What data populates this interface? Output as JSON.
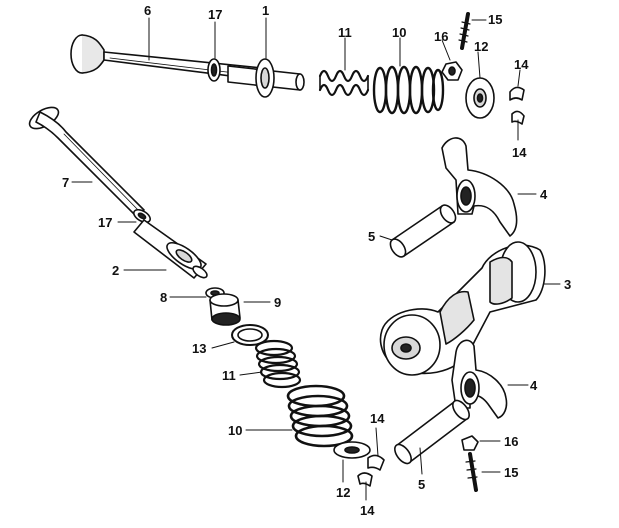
{
  "diagram": {
    "type": "exploded-parts-view",
    "line_color": "#111111",
    "fill_light": "#ffffff",
    "fill_shade": "#d8d8d8",
    "fill_dark": "#222222",
    "parts": [
      {
        "id": "p6",
        "number": "6"
      },
      {
        "id": "p17a",
        "number": "17"
      },
      {
        "id": "p1",
        "number": "1"
      },
      {
        "id": "p11a",
        "number": "11"
      },
      {
        "id": "p10a",
        "number": "10"
      },
      {
        "id": "p16a",
        "number": "16"
      },
      {
        "id": "p15a",
        "number": "15"
      },
      {
        "id": "p12a",
        "number": "12"
      },
      {
        "id": "p14a",
        "number": "14"
      },
      {
        "id": "p14b",
        "number": "14"
      },
      {
        "id": "p7",
        "number": "7"
      },
      {
        "id": "p4a",
        "number": "4"
      },
      {
        "id": "p17b",
        "number": "17"
      },
      {
        "id": "p5a",
        "number": "5"
      },
      {
        "id": "p2",
        "number": "2"
      },
      {
        "id": "p3",
        "number": "3"
      },
      {
        "id": "p8",
        "number": "8"
      },
      {
        "id": "p9",
        "number": "9"
      },
      {
        "id": "p13",
        "number": "13"
      },
      {
        "id": "p4b",
        "number": "4"
      },
      {
        "id": "p11b",
        "number": "11"
      },
      {
        "id": "p10b",
        "number": "10"
      },
      {
        "id": "p14c",
        "number": "14"
      },
      {
        "id": "p16b",
        "number": "16"
      },
      {
        "id": "p15b",
        "number": "15"
      },
      {
        "id": "p5b",
        "number": "5"
      },
      {
        "id": "p12b",
        "number": "12"
      },
      {
        "id": "p14d",
        "number": "14"
      }
    ]
  }
}
